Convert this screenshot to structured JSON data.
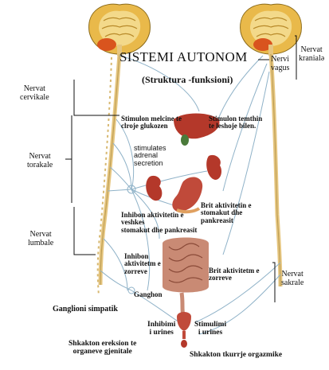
{
  "title": "SISTEMI AUTONOM",
  "subtitle": "(Struktura -funksioni)",
  "nerve_groups": {
    "cervical": [
      "Nervat",
      "cervikale"
    ],
    "thoracic": [
      "Nervat",
      "torakale"
    ],
    "lumbar": [
      "Nervat",
      "lumbale"
    ],
    "sacral": [
      "Nervat",
      "sakrale"
    ],
    "cranial": [
      "Nervat",
      "kranialə"
    ],
    "vagus": [
      "Nervi",
      "vagus"
    ]
  },
  "annotations": {
    "liver_sympathetic": [
      "Stimulon melcine te",
      "clroje glukozen"
    ],
    "liver_para": [
      "Stimulon temthin",
      "te leshoje bilen."
    ],
    "adrenal": [
      "stimulates",
      "adrenal",
      "secretion"
    ],
    "stomach_inhibit": [
      "Inhibon aktivitetin e",
      "veshkes",
      "stomakut dhe pankreasit"
    ],
    "stomach_stimulate": [
      "Brit aktivitetin e",
      "stomakut dhe",
      "pankreasit"
    ],
    "intestine_inhibit": [
      "Inhibon",
      "aktivitetm e",
      "zorreve"
    ],
    "intestine_stimulate": [
      "Brit aktivitetm e",
      "zorreve"
    ],
    "ganglion": "Ganghon",
    "sympathetic_ganglia": "Ganglioni simpatik",
    "bladder_inhibit": [
      "Inhibimi",
      "i urines"
    ],
    "bladder_stimulate": [
      "Stimulimi",
      "i urines"
    ],
    "erection": [
      "Shkakton ereksion te",
      "organeve gjenitale"
    ],
    "orgasm": "Shkakton tkurrje orgazmike"
  },
  "colors": {
    "brain_outer": "#e9b94a",
    "brain_inner": "#f3d98a",
    "cerebellum": "#d9541e",
    "cord": "#e6c680",
    "nerve_lines": "#8fb2c8",
    "organs": "#b4382a",
    "intestine": "#c98a74"
  }
}
